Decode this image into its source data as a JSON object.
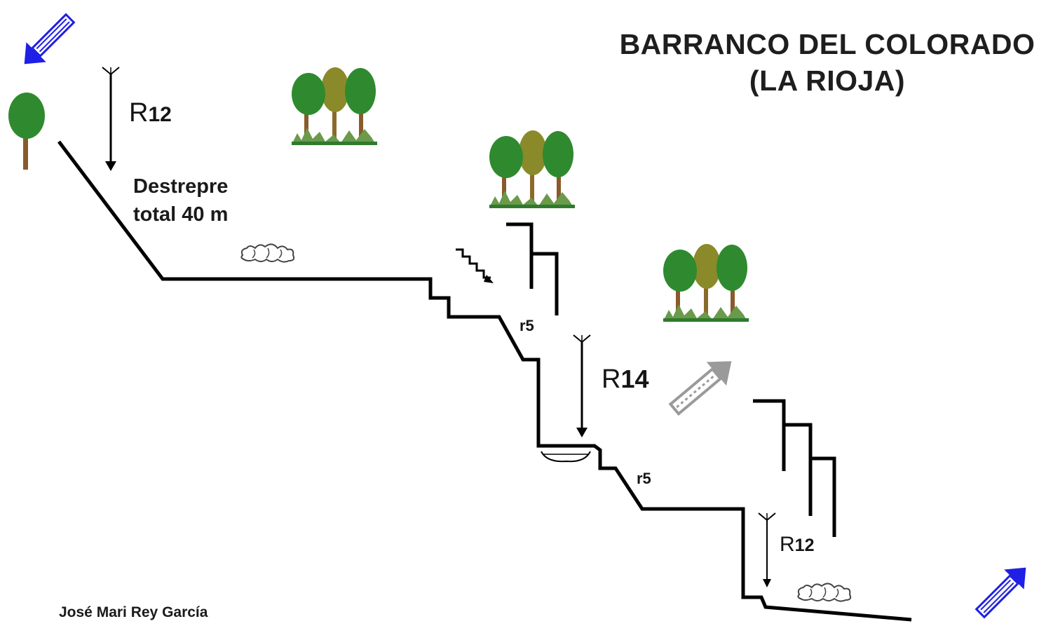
{
  "title": {
    "line1": "BARRANCO DEL COLORADO",
    "line2": "(LA RIOJA)"
  },
  "rappels": {
    "first": {
      "letter": "R",
      "number": "12"
    },
    "second": {
      "letter": "R",
      "number": "14"
    },
    "third": {
      "letter": "R",
      "number": "12"
    }
  },
  "small_steps": {
    "upper": "r5",
    "lower": "r5"
  },
  "descent_note": {
    "line1": "Destrepre",
    "line2": "total 40 m"
  },
  "author": "José Mari Rey García",
  "colors": {
    "profile": "#000000",
    "entry_arrow": "#1f1fe6",
    "exit_arrow": "#1f1fe6",
    "escape_arrow": "#9a9a9a",
    "tree_green": "#2f8a2f",
    "tree_olive": "#8a8a2a",
    "trunk": "#8a5a2a",
    "grass": "#6a9a4a"
  },
  "icons": {
    "entry": "entry-arrow-icon",
    "exit": "exit-arrow-icon",
    "escape": "escape-route-arrow-icon",
    "anchor": "anchor-icon",
    "trees": "trees-icon",
    "boulders": "boulders-icon",
    "pool": "pool-icon",
    "downclimb": "downclimb-icon"
  }
}
